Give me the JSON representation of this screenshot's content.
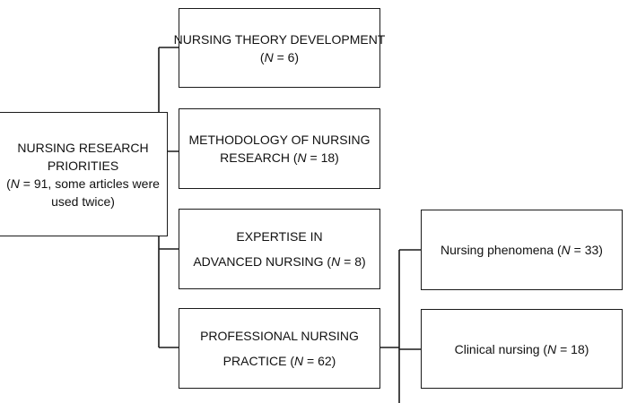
{
  "root": {
    "line1": "NURSING RESEARCH",
    "line2": "PRIORITIES",
    "line3_prefix": "(",
    "line3_n": "N",
    "line3_suffix": " = 91, some articles were",
    "line4": "used twice)"
  },
  "categories": [
    {
      "line1": "NURSING THEORY DEVELOPMENT",
      "line2_prefix": "(",
      "n": "N",
      "line2_suffix": " = 6)"
    },
    {
      "line1": "METHODOLOGY OF NURSING",
      "line2_prefix": "RESEARCH (",
      "n": "N",
      "line2_suffix": " = 18)"
    },
    {
      "line1": "EXPERTISE IN",
      "line2_prefix": "ADVANCED NURSING (",
      "n": "N",
      "line2_suffix": " = 8)"
    },
    {
      "line1": "PROFESSIONAL NURSING",
      "line2_prefix": "PRACTICE (",
      "n": "N",
      "line2_suffix": " = 62)"
    }
  ],
  "subcategories": [
    {
      "prefix": "Nursing phenomena (",
      "n": "N",
      "suffix": " = 33)"
    },
    {
      "prefix": "Clinical nursing (",
      "n": "N",
      "suffix": " = 18)"
    }
  ]
}
